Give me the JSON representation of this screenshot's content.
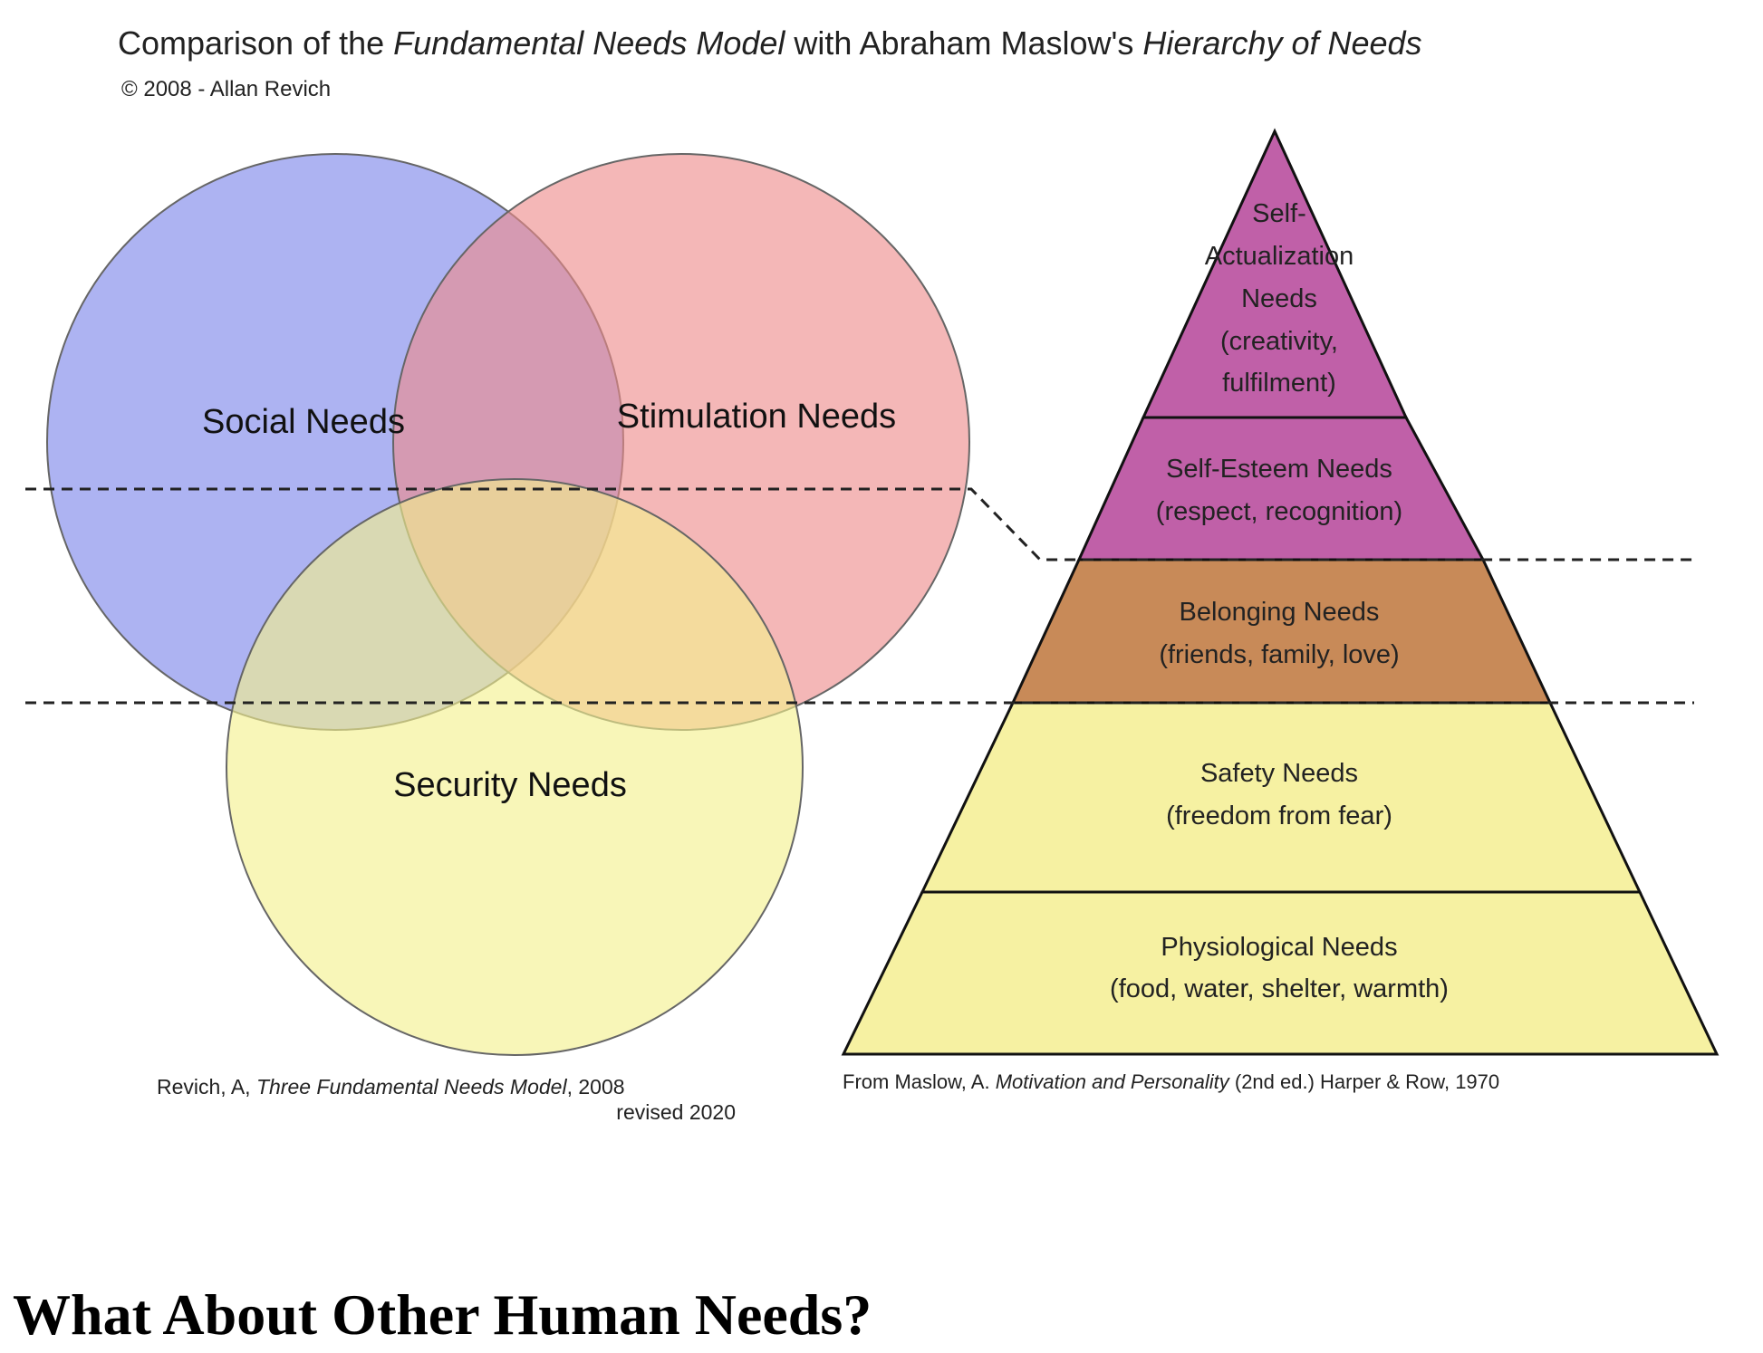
{
  "figure": {
    "title_plain_1": "Comparison of the ",
    "title_italic_1": "Fundamental Needs Model",
    "title_plain_2": " with Abraham Maslow's ",
    "title_italic_2": "Hierarchy of Needs",
    "copyright": "© 2008 - Allan Revich",
    "venn": {
      "social": {
        "label": "Social Needs",
        "color": "#7b84ea"
      },
      "stimulation": {
        "label": "Stimulation Needs",
        "color": "#ee8a8a"
      },
      "security": {
        "label": "Security Needs",
        "color": "#f4f08c"
      }
    },
    "pyramid": {
      "levels": [
        {
          "lines": [
            "Self-",
            "Actualization",
            "Needs",
            "(creativity,",
            "fulfilment)"
          ],
          "color": "#c060a8"
        },
        {
          "lines": [
            "Self-Esteem Needs",
            "(respect, recognition)"
          ],
          "color": "#c060a8"
        },
        {
          "lines": [
            "Belonging Needs",
            "(friends, family, love)"
          ],
          "color": "#c88a58"
        },
        {
          "lines": [
            "Safety Needs",
            "(freedom from fear)"
          ],
          "color": "#f6f1a2"
        },
        {
          "lines": [
            "Physiological Needs",
            "(food, water, shelter, warmth)"
          ],
          "color": "#f6f1a2"
        }
      ]
    },
    "caption_left_plain": "Revich, A, ",
    "caption_left_italic": "Three Fundamental Needs Model",
    "caption_left_year": ", 2008",
    "caption_left_revised": "revised 2020",
    "caption_right_plain_1": "From Maslow, A. ",
    "caption_right_italic": "Motivation and Personality",
    "caption_right_plain_2": " (2nd ed.) Harper & Row, 1970"
  },
  "heading": "What About Other Human Needs?"
}
